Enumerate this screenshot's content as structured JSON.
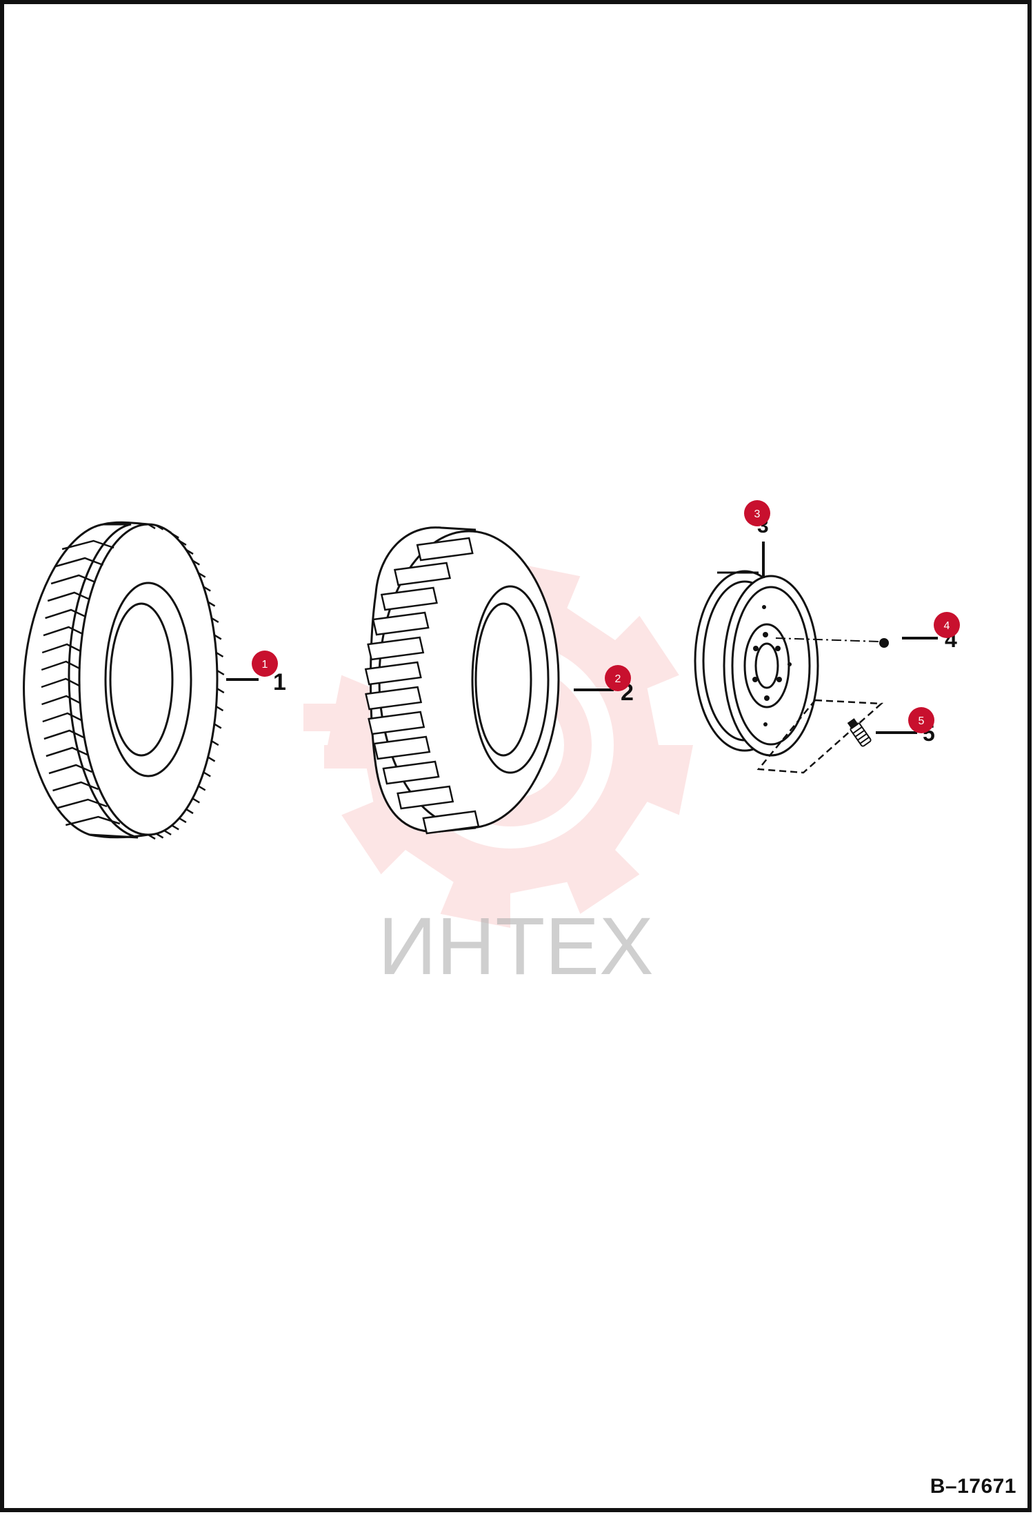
{
  "drawing_number": "B–17671",
  "watermark": {
    "text": "ИНТЕХ",
    "gear_color": "#f28b8b",
    "text_color": "#b0b0b0"
  },
  "colors": {
    "outline": "#111111",
    "hotspot": "#c8102e",
    "hotspot_text": "#ffffff"
  },
  "parts": [
    {
      "index": "1",
      "callout": "1",
      "name": "tire-1",
      "icon": "industrial-tire-icon"
    },
    {
      "index": "2",
      "callout": "2",
      "name": "tire-2",
      "icon": "lug-tire-icon"
    },
    {
      "index": "3",
      "callout": "3",
      "name": "wheel-rim",
      "icon": "rim-icon"
    },
    {
      "index": "4",
      "callout": "4",
      "name": "wheel-nut",
      "icon": "nut-icon"
    },
    {
      "index": "5",
      "callout": "5",
      "name": "valve-stem",
      "icon": "valve-icon"
    }
  ]
}
